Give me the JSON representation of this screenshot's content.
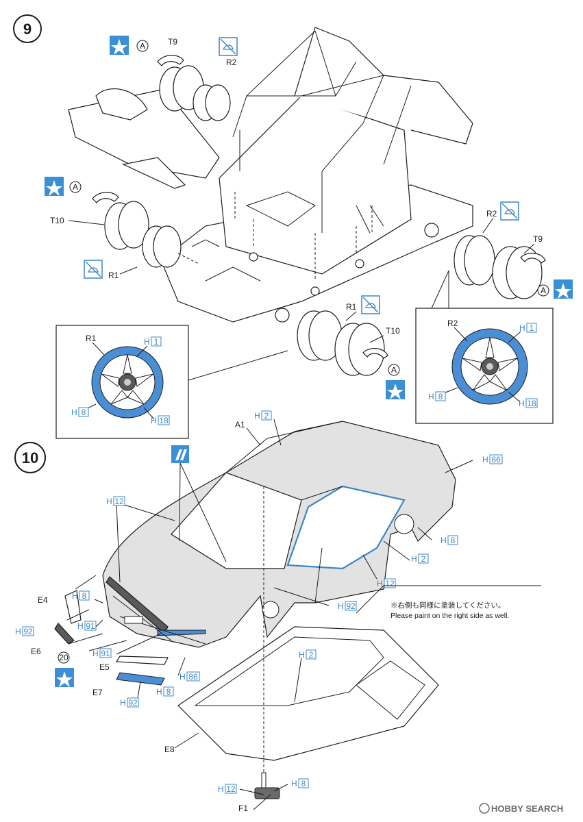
{
  "steps": [
    {
      "number": "9"
    },
    {
      "number": "10"
    }
  ],
  "step9": {
    "labels": {
      "t9_top": "T9",
      "r2_top": "R2",
      "t10_left": "T10",
      "r1_left": "R1",
      "r2_right": "R2",
      "t9_right": "T9",
      "r1_bottom": "R1",
      "t10_bottom": "T10",
      "a1": "A",
      "a2": "A",
      "a3": "A",
      "a4": "A"
    },
    "detail_left": {
      "part": "R1",
      "h1": "1",
      "h8": "8",
      "h18": "18"
    },
    "detail_right": {
      "part": "R2",
      "h1": "1",
      "h8": "8",
      "h18": "18"
    }
  },
  "step10": {
    "labels": {
      "a1": "A1",
      "e4": "E4",
      "e6": "E6",
      "e5": "E5",
      "e7": "E7",
      "e8": "E8",
      "f1": "F1",
      "circle20": "20"
    },
    "colors": {
      "h2_top": "2",
      "h86_rear": "86",
      "h12_left": "12",
      "h8_rear": "8",
      "h2_door": "2",
      "h12_door": "12",
      "h92_mirror": "92",
      "h8_e4": "8",
      "h91_front": "91",
      "h92_e6": "92",
      "h91_e5": "91",
      "h8_bumper": "8",
      "h86_bumper": "86",
      "h92_e7": "92",
      "h2_glass": "2",
      "h12_f1": "12",
      "h8_f1": "8"
    },
    "note_jp": "※右側も同様に塗装してください。",
    "note_en": "Please paint on the right side as well."
  },
  "color_prefix": "H",
  "watermark": "HOBBY SEARCH",
  "theme": {
    "accent": "#3a86c8",
    "wheel_blue": "#4a8fd6",
    "star_bg": "#3a8fd6"
  },
  "icons": [
    "star-icon",
    "no-glue-icon",
    "paint-icon",
    "circle-a-icon"
  ]
}
